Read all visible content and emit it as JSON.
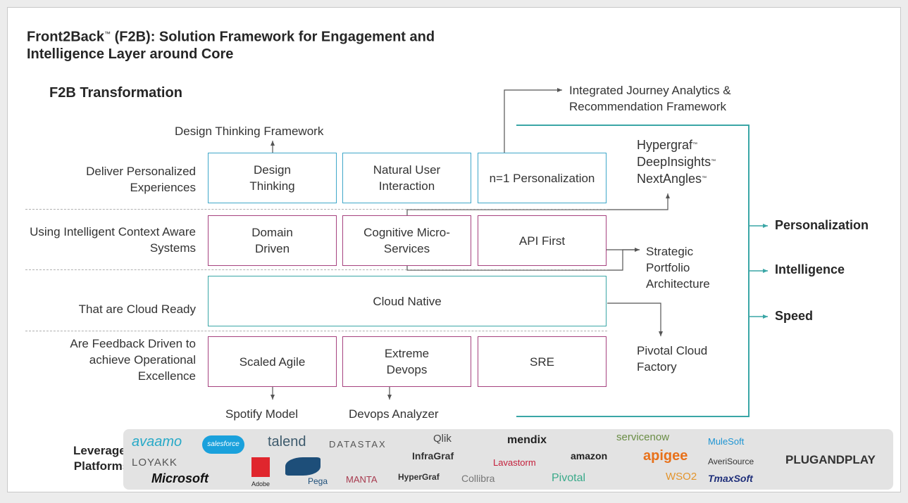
{
  "title": "Front2Back (F2B): Solution Framework for Engagement and Intelligence Layer around Core",
  "title_parts": {
    "a": "Front2Back",
    "tm": "™",
    "b": " (F2B): Solution Framework for Engagement and",
    "c": "Intelligence Layer around Core"
  },
  "subtitle": "F2B Transformation",
  "rows": {
    "r1": "Deliver Personalized Experiences",
    "r2": "Using Intelligent Context Aware Systems",
    "r3": "That are Cloud Ready",
    "r4": "Are Feedback Driven to achieve Operational Excellence"
  },
  "boxes": {
    "design_thinking": "Design Thinking",
    "natural_user_interaction": "Natural User Interaction",
    "n1_personalization": "n=1 Personalization",
    "domain_driven": "Domain Driven",
    "cognitive_micro_services": "Cognitive Micro-Services",
    "api_first": "API First",
    "cloud_native": "Cloud Native",
    "scaled_agile": "Scaled Agile",
    "extreme_devops": "Extreme Devops",
    "sre": "SRE"
  },
  "annotations": {
    "design_thinking_framework": "Design Thinking Framework",
    "journey_analytics": "Integrated Journey Analytics & Recommendation Framework",
    "hypergraf": "Hypergraf",
    "deepinsights": "DeepInsights",
    "nextangles": "NextAngles",
    "tm": "™",
    "strategic_portfolio": "Strategic Portfolio Architecture",
    "pivotal_cloud_factory": "Pivotal Cloud Factory",
    "spotify_model": "Spotify Model",
    "devops_analyzer": "Devops Analyzer"
  },
  "outcomes": [
    "Personalization",
    "Intelligence",
    "Speed"
  ],
  "leveraged": {
    "label": "Leveraged Platforms",
    "logos": [
      "avaamo",
      "salesforce",
      "talend",
      "DATASTAX",
      "Qlik",
      "mendix",
      "servicenow",
      "MuleSoft",
      "LOYAKK",
      "InfraGraf",
      "Lavastorm",
      "amazon",
      "apigee",
      "AveriSource",
      "PLUGANDPLAY",
      "Microsoft",
      "Adobe",
      "Pega",
      "MANTA",
      "HyperGraf",
      "Collibra",
      "Pivotal",
      "WSO2",
      "TmaxSoft"
    ]
  },
  "colors": {
    "blue": "#3fa7c9",
    "purple": "#a6427f",
    "teal": "#3aa6a6"
  }
}
